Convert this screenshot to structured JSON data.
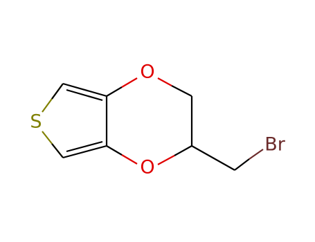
{
  "molecule": {
    "atoms": {
      "sulfur": {
        "symbol": "S",
        "color": "#808000"
      },
      "oxygen_top": {
        "symbol": "O",
        "color": "#e00000"
      },
      "oxygen_bottom": {
        "symbol": "O",
        "color": "#e00000"
      },
      "bromine": {
        "symbol": "Br",
        "color": "#6b2b2b"
      }
    },
    "bond_color": "#000000",
    "background": "#ffffff"
  }
}
